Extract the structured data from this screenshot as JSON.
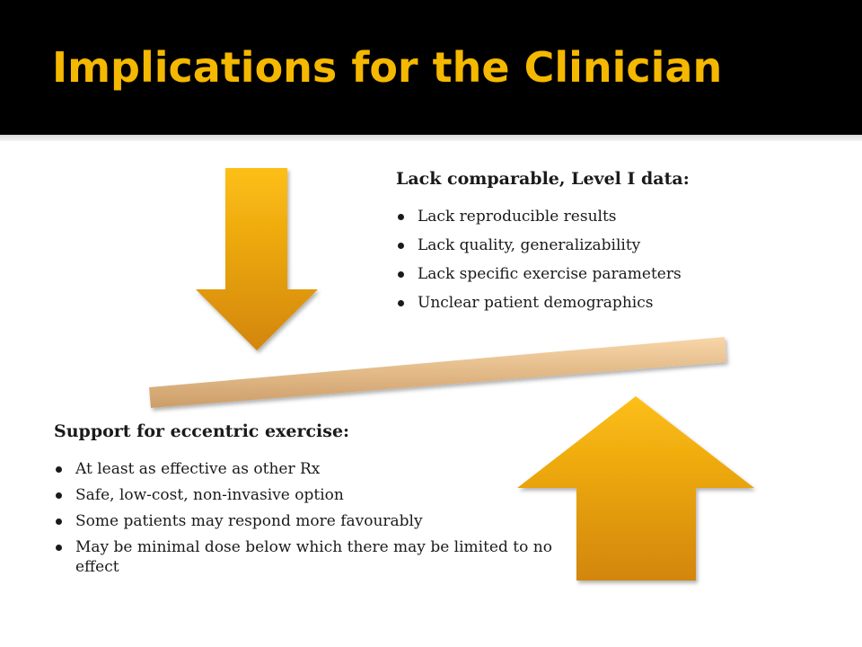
{
  "slide": {
    "title": "Implications for the Clinician"
  },
  "top_block": {
    "heading": "Lack comparable, Level I data:",
    "items": [
      "Lack reproducible results",
      "Lack quality, generalizability",
      "Lack specific exercise parameters",
      "Unclear patient demographics"
    ]
  },
  "bottom_block": {
    "heading": "Support for eccentric exercise:",
    "items": [
      "At least as effective as other Rx",
      "Safe, low-cost, non-invasive option",
      "Some patients may respond more favourably",
      "May be minimal dose below which there may be limited to no effect"
    ]
  },
  "colors": {
    "title": "#f5b800",
    "arrow_light": "#fdbf14",
    "arrow_dark": "#d3860a",
    "beam_light": "#f8d6a8",
    "beam_dark": "#cc9d68"
  },
  "icons": {
    "down_arrow": "down-arrow-icon",
    "up_arrow": "up-arrow-icon"
  }
}
